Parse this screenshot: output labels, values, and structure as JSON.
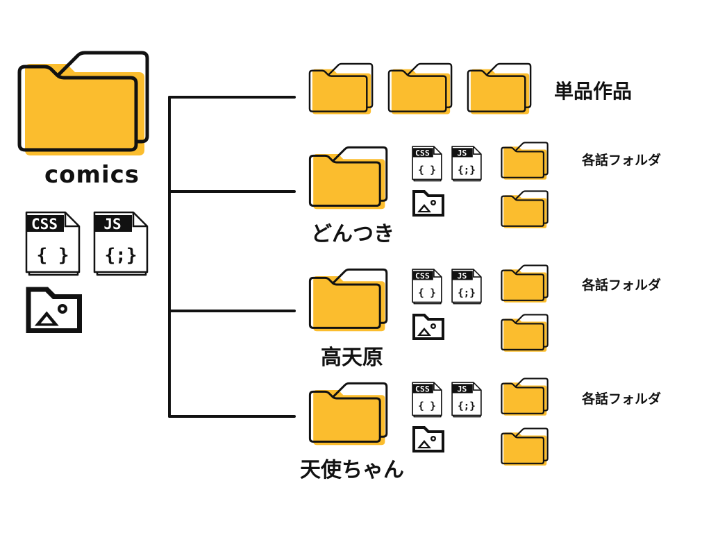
{
  "colors": {
    "folder_fill": "#FBBD2E",
    "stroke": "#111111",
    "background": "#FFFFFF"
  },
  "icons": {
    "folder": "folder-icon",
    "css_file": "css-file-icon",
    "js_file": "js-file-icon",
    "image_file": "image-file-icon"
  },
  "root": {
    "label": "comics",
    "css_tag": "CSS",
    "css_body": "{ }",
    "js_tag": "JS",
    "js_body": "{;}"
  },
  "single_works": {
    "label": "単品作品",
    "folder_count": 3
  },
  "series": [
    {
      "label": "どんつき",
      "episodes_label": "各話フォルダ",
      "css_tag": "CSS",
      "css_body": "{ }",
      "js_tag": "JS",
      "js_body": "{;}"
    },
    {
      "label": "高天原",
      "episodes_label": "各話フォルダ",
      "css_tag": "CSS",
      "css_body": "{ }",
      "js_tag": "JS",
      "js_body": "{;}"
    },
    {
      "label": "天使ちゃん",
      "episodes_label": "各話フォルダ",
      "css_tag": "CSS",
      "css_body": "{ }",
      "js_tag": "JS",
      "js_body": "{;}"
    }
  ]
}
